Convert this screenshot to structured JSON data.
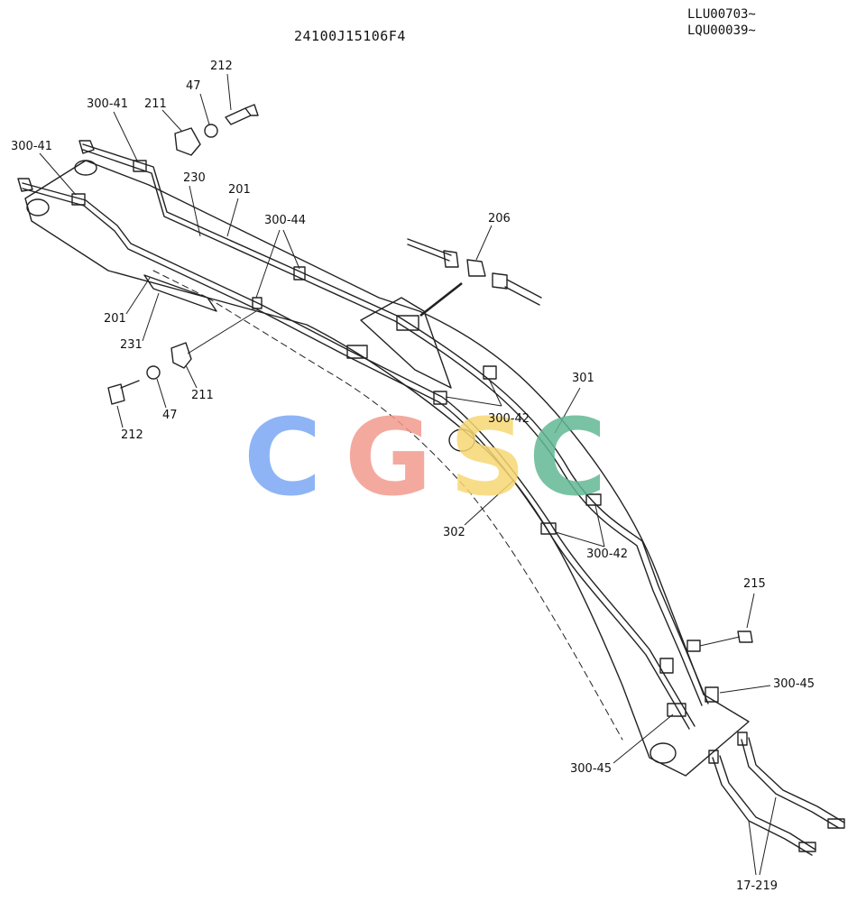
{
  "header": {
    "part_code": "24100J15106F4",
    "serial_1": "LLU00703~",
    "serial_2": "LQU00039~"
  },
  "watermark": {
    "letters": [
      "C",
      "G",
      "S",
      "C"
    ],
    "colors": [
      "#7aa7f5",
      "#f29a8e",
      "#f7d774",
      "#62b894"
    ]
  },
  "callouts": {
    "c212_top": "212",
    "c47_top": "47",
    "c300_41_top": "300-41",
    "c211_top": "211",
    "c300_41_left": "300-41",
    "c230": "230",
    "c201_top": "201",
    "c300_44": "300-44",
    "c206": "206",
    "c201_left": "201",
    "c231": "231",
    "c211_bottom": "211",
    "c212_bottom": "212",
    "c47_bottom": "47",
    "c301": "301",
    "c300_42_center": "300-42",
    "c302": "302",
    "c300_42_right": "300-42",
    "c215": "215",
    "c300_45_right": "300-45",
    "c300_45_bottom": "300-45",
    "c17_219": "17-219"
  }
}
